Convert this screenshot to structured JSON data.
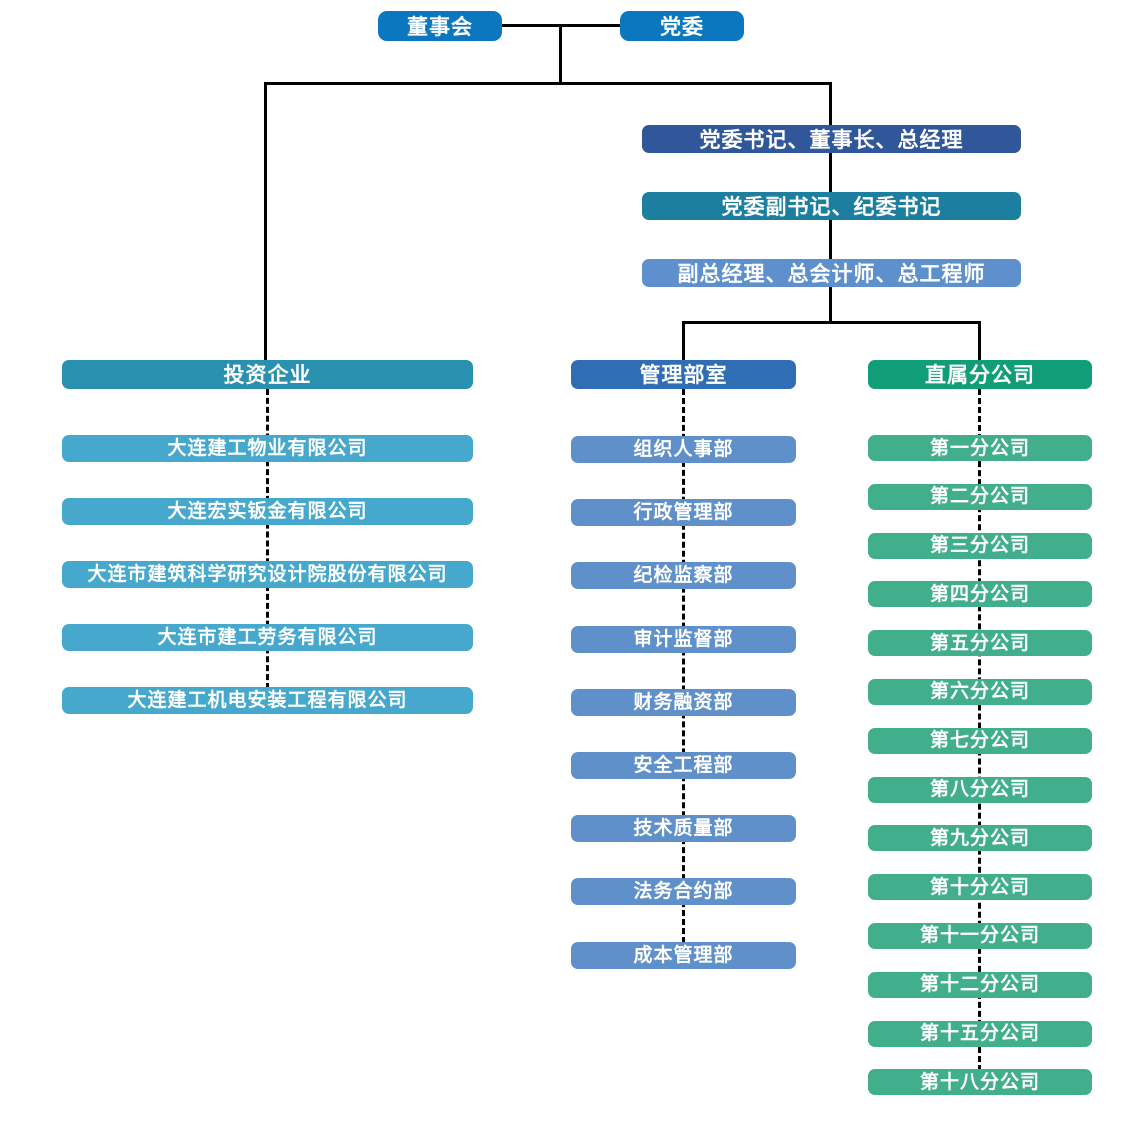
{
  "palette": {
    "line": "#000000",
    "top_box": "#0B77BE",
    "exec1": "#31579B",
    "exec2": "#1C7FA0",
    "exec3": "#5E90CE",
    "invest_header": "#2990B0",
    "invest_item": "#45A8CC",
    "mgmt_header": "#2F6EB4",
    "mgmt_item": "#5F90C9",
    "branch_header": "#109D77",
    "branch_item": "#41AE8C",
    "text": "#FFFFFF"
  },
  "top": {
    "board": "董事会",
    "party": "党委"
  },
  "executive": [
    "党委书记、董事长、总经理",
    "党委副书记、纪委书记",
    "副总经理、总会计师、总工程师"
  ],
  "columns": {
    "invest": {
      "header": "投资企业",
      "items": [
        "大连建工物业有限公司",
        "大连宏实钣金有限公司",
        "大连市建筑科学研究设计院股份有限公司",
        "大连市建工劳务有限公司",
        "大连建工机电安装工程有限公司"
      ]
    },
    "mgmt": {
      "header": "管理部室",
      "items": [
        "组织人事部",
        "行政管理部",
        "纪检监察部",
        "审计监督部",
        "财务融资部",
        "安全工程部",
        "技术质量部",
        "法务合约部",
        "成本管理部"
      ]
    },
    "branch": {
      "header": "直属分公司",
      "items": [
        "第一分公司",
        "第二分公司",
        "第三分公司",
        "第四分公司",
        "第五分公司",
        "第六分公司",
        "第七分公司",
        "第八分公司",
        "第九分公司",
        "第十分公司",
        "第十一分公司",
        "第十二分公司",
        "第十五分公司",
        "第十八分公司"
      ]
    }
  }
}
